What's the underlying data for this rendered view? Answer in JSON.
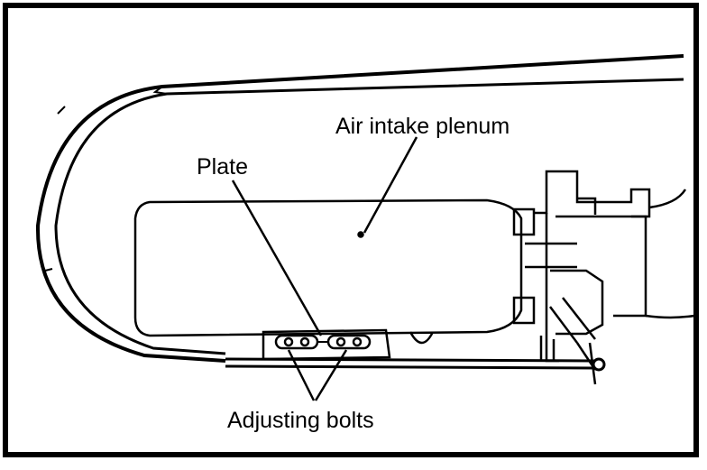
{
  "labels": {
    "air_intake_plenum": "Air intake plenum",
    "plate": "Plate",
    "adjusting_bolts": "Adjusting bolts"
  },
  "colors": {
    "ink": "#000000",
    "paper": "#ffffff"
  }
}
